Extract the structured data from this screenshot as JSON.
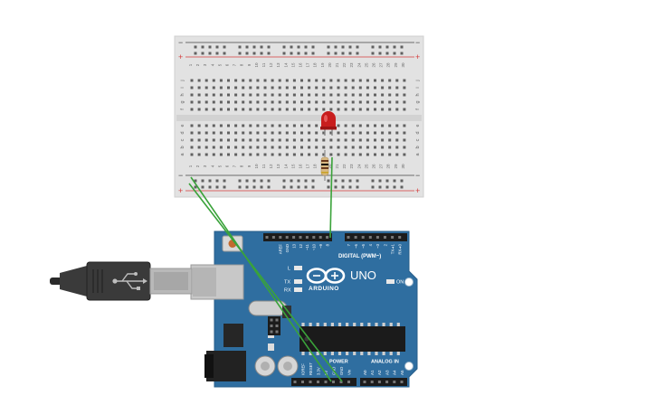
{
  "breadboard": {
    "columns": [
      "1",
      "2",
      "3",
      "4",
      "5",
      "6",
      "7",
      "8",
      "9",
      "10",
      "11",
      "12",
      "13",
      "14",
      "15",
      "16",
      "17",
      "18",
      "19",
      "20",
      "21",
      "22",
      "23",
      "24",
      "25",
      "26",
      "27",
      "28",
      "29",
      "30"
    ],
    "rows_top": [
      "j",
      "i",
      "h",
      "g",
      "f"
    ],
    "rows_bottom": [
      "e",
      "d",
      "c",
      "b",
      "a"
    ],
    "rail_minus": "−",
    "rail_plus": "+"
  },
  "arduino": {
    "logo_text": "ARDUINO",
    "model": "UNO",
    "digital_label": "DIGITAL (PWM~)",
    "on_label": "ON",
    "led_l": "L",
    "led_tx": "TX",
    "led_rx": "RX",
    "power_label": "POWER",
    "analog_label": "ANALOG IN",
    "digital_pins": [
      "AREF",
      "GND",
      "13",
      "12",
      "~11",
      "~10",
      "~9",
      "8",
      "7",
      "~6",
      "~5",
      "4",
      "~3",
      "2",
      "TX➜1",
      "RX➜0"
    ],
    "power_pins": [
      "IOREF",
      "RESET",
      "3.3V",
      "5V",
      "GND",
      "GND",
      "Vin"
    ],
    "analog_pins": [
      "A0",
      "A1",
      "A2",
      "A3",
      "A4",
      "A5"
    ]
  },
  "colors": {
    "board": "#2f6ea0",
    "breadboard": "#e2e2e2",
    "wire": "#3aa33a",
    "led": "#c81e1e",
    "rail_red": "#d43c3c",
    "rail_dark": "#444444"
  },
  "components": {
    "led": "red-led",
    "resistor": "resistor",
    "usb": "usb-b-cable"
  }
}
